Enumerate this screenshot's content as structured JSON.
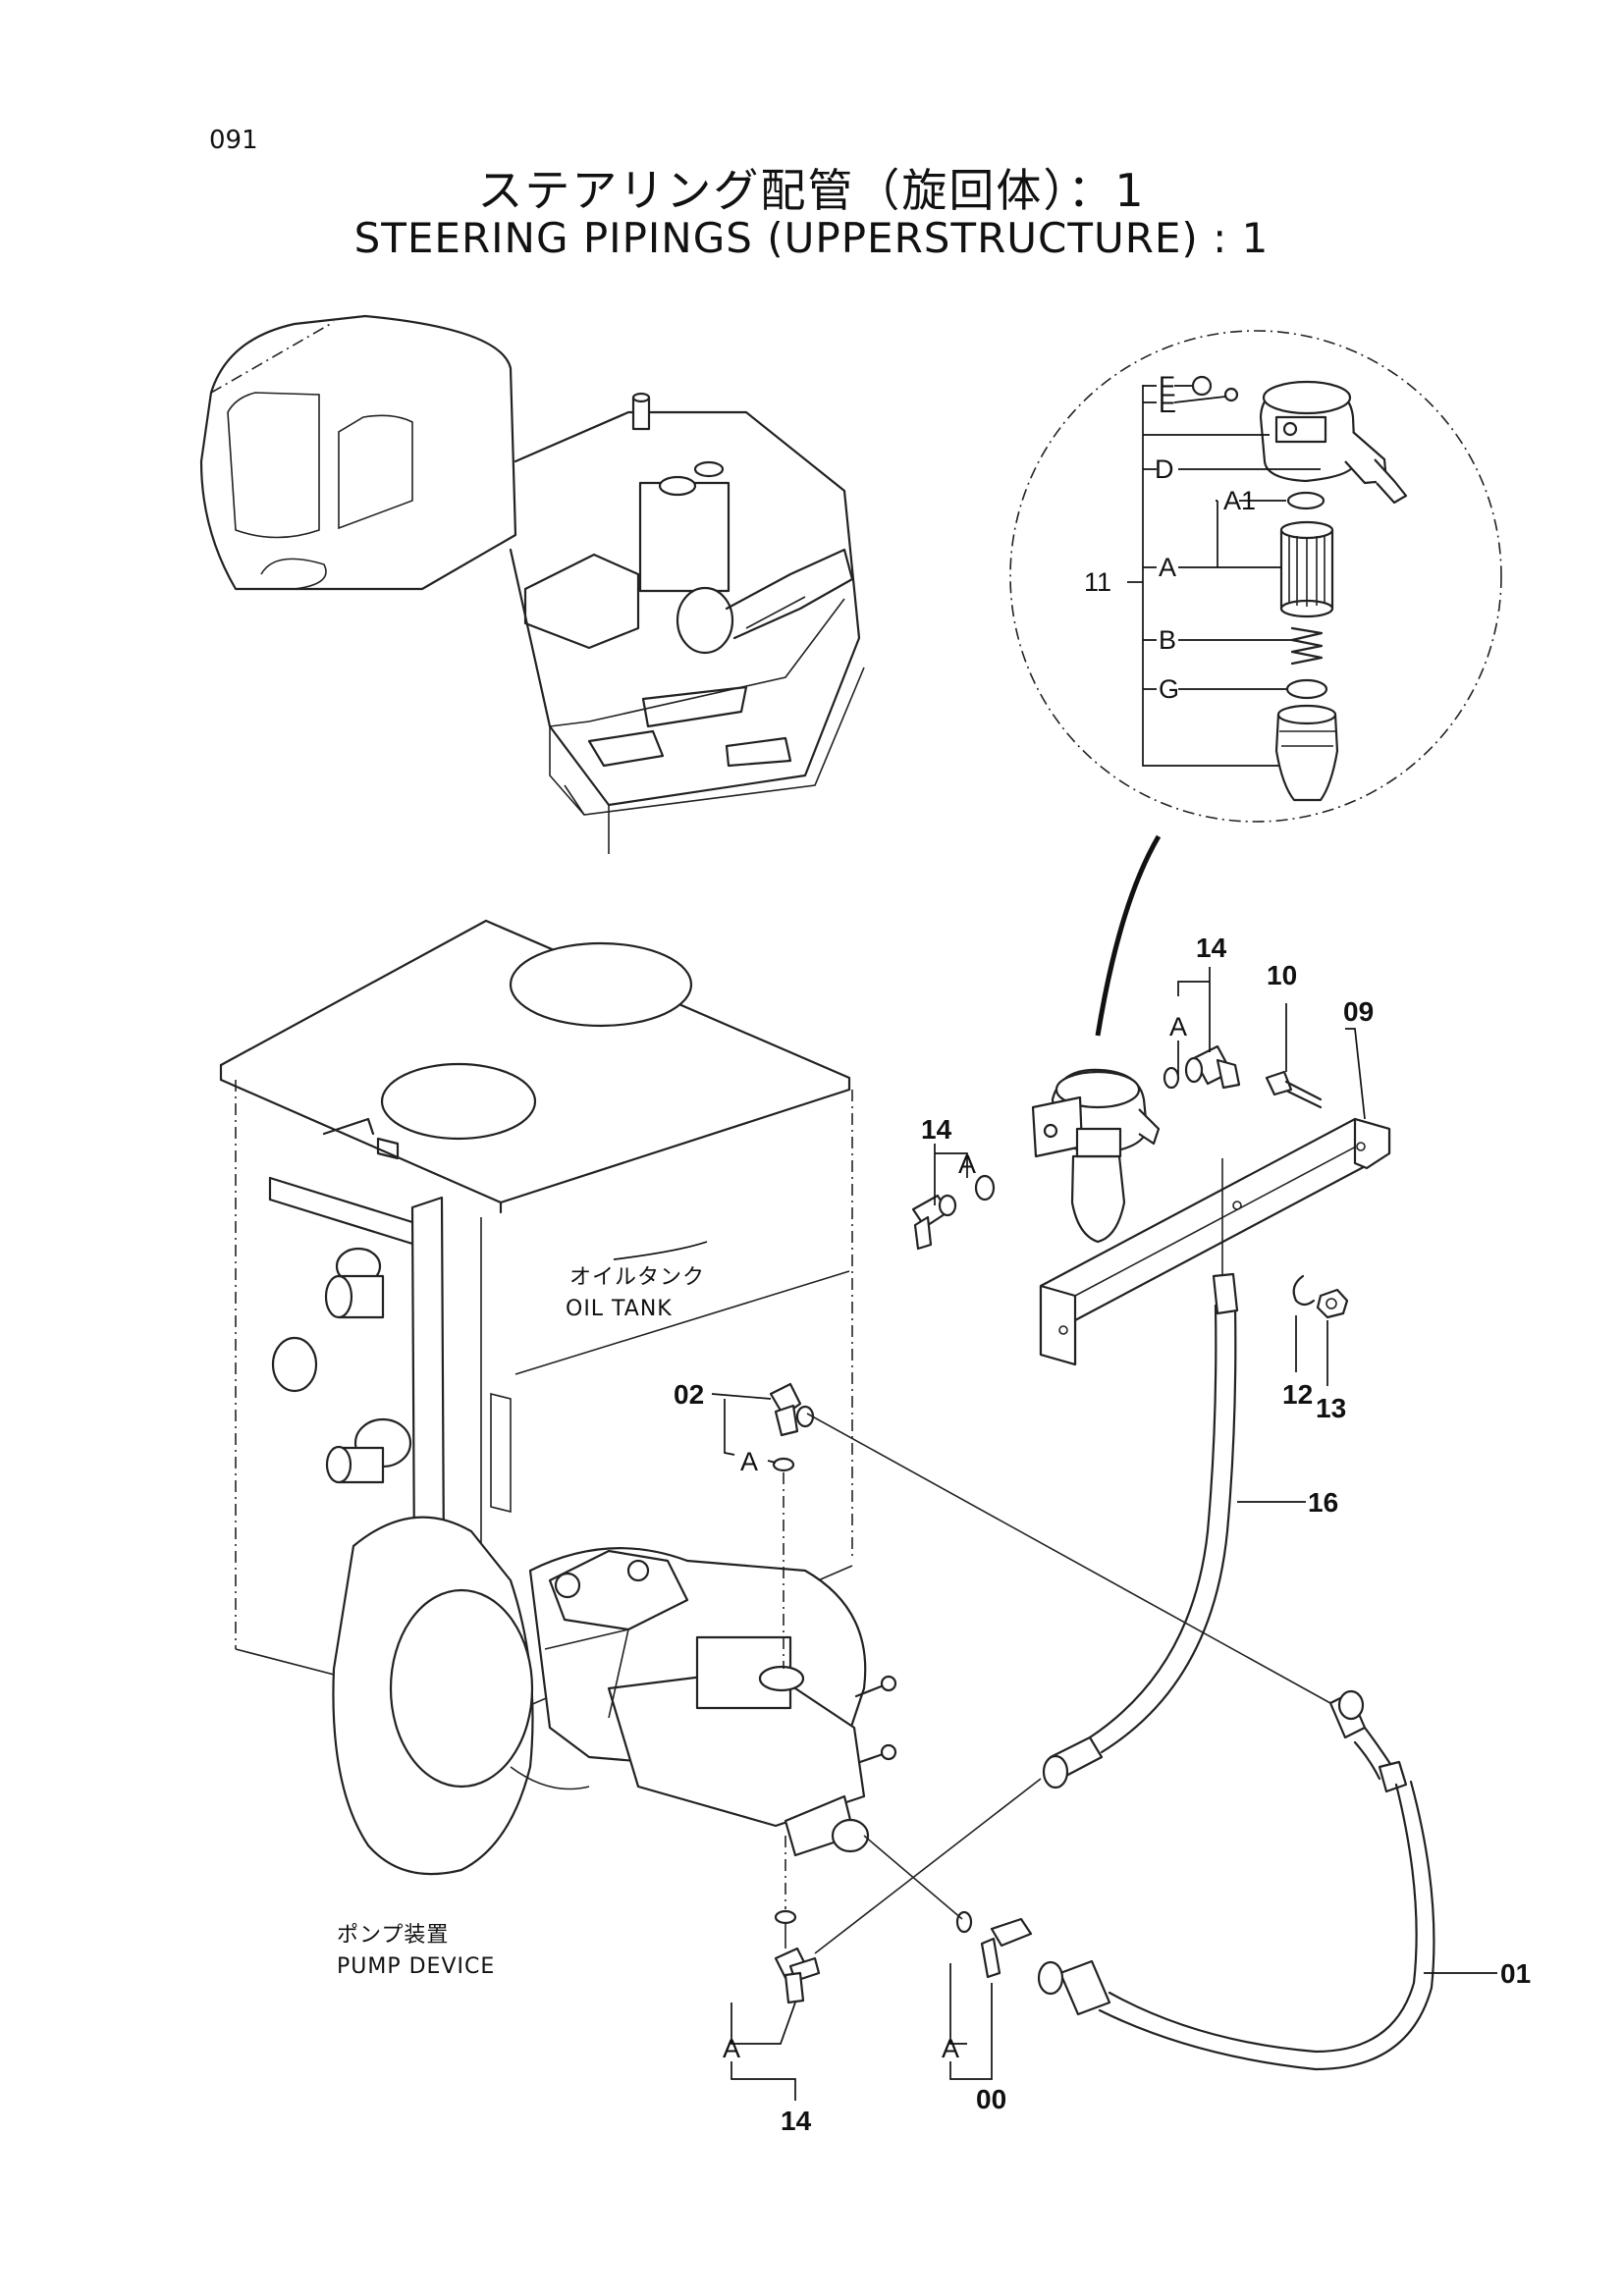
{
  "header": {
    "page_number": "091",
    "title_jp": "ステアリング配管（旋回体）：1",
    "title_en": "STEERING PIPINGS (UPPERSTRUCTURE) : 1"
  },
  "detail_labels": {
    "F": "F",
    "E": "E",
    "D": "D",
    "A1": "A1",
    "A": "A",
    "B": "B",
    "G": "G",
    "ref11": "11"
  },
  "part_labels": {
    "p14_top": "14",
    "p10": "10",
    "p09": "09",
    "p14_left": "14",
    "A_left": "A",
    "A_top": "A",
    "p02": "02",
    "A_02": "A",
    "p12": "12",
    "p13": "13",
    "p16": "16",
    "p01": "01",
    "A_bottom_left": "A",
    "A_bottom_mid": "A",
    "p14_bottom": "14",
    "p00": "00"
  },
  "notes": {
    "oil_tank_jp": "オイルタンク",
    "oil_tank_en": "OIL TANK",
    "pump_jp": "ポンプ装置",
    "pump_en": "PUMP DEVICE"
  }
}
